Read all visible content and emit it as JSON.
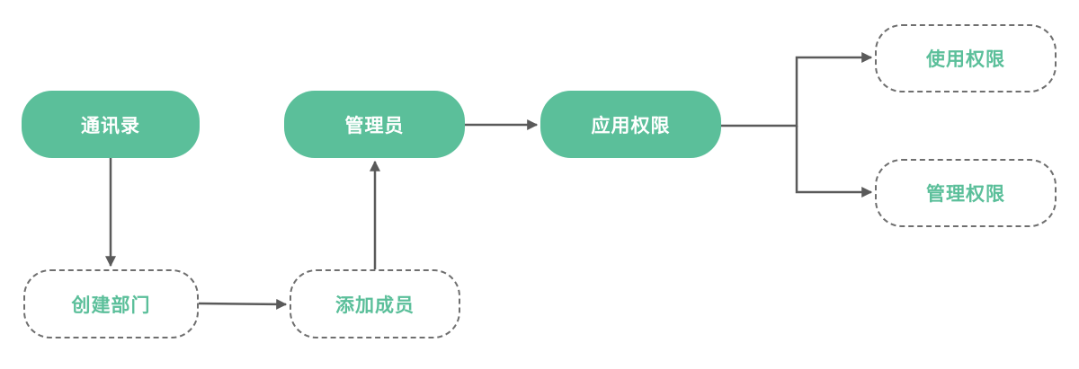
{
  "colors": {
    "accent": "#5bbf9a",
    "edge": "#5a5a5a",
    "dashed_border": "#6f6f6f"
  },
  "nodes": {
    "contacts": "通讯录",
    "admin": "管理员",
    "app_perm": "应用权限",
    "create_dept": "创建部门",
    "add_member": "添加成员",
    "use_perm": "使用权限",
    "manage_perm": "管理权限"
  },
  "edges": [
    {
      "from": "通讯录",
      "to": "创建部门"
    },
    {
      "from": "创建部门",
      "to": "添加成员"
    },
    {
      "from": "添加成员",
      "to": "管理员"
    },
    {
      "from": "管理员",
      "to": "应用权限"
    },
    {
      "from": "应用权限",
      "to": "使用权限"
    },
    {
      "from": "应用权限",
      "to": "管理权限"
    }
  ]
}
